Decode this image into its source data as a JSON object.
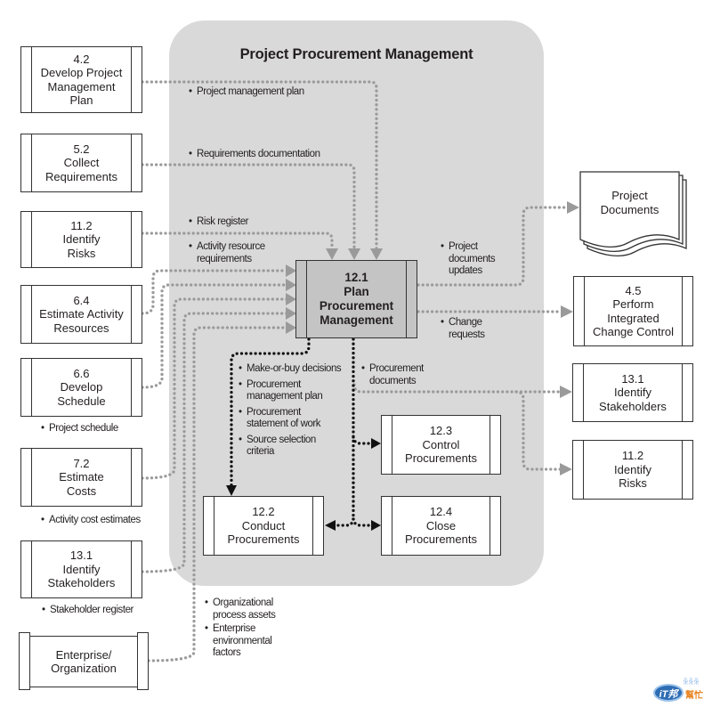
{
  "title": "Project Procurement Management",
  "colors": {
    "region": "#d9d9d9",
    "central": "#c4c4c4",
    "connector_gray": "#9a9a9a",
    "connector_black": "#111111"
  },
  "central_process": {
    "label": "12.1\nPlan\nProcurement\nManagement"
  },
  "input_processes": [
    {
      "label": "4.2\nDevelop Project\nManagement\nPlan"
    },
    {
      "label": "5.2\nCollect\nRequirements"
    },
    {
      "label": "11.2\nIdentify\nRisks"
    },
    {
      "label": "6.4\nEstimate Activity\nResources"
    },
    {
      "label": "6.6\nDevelop\nSchedule",
      "output": "Project schedule"
    },
    {
      "label": "7.2\nEstimate\nCosts",
      "output": "Activity cost estimates"
    },
    {
      "label": "13.1\nIdentify\nStakeholders",
      "output": "Stakeholder register"
    },
    {
      "label": "Enterprise/\nOrganization"
    }
  ],
  "inputs": [
    "Project management plan",
    "Requirements documentation",
    "Risk register",
    "Activity resource\nrequirements"
  ],
  "enterprise_inputs": [
    "Organizational\nprocess assets",
    "Enterprise\nenvironmental\nfactors"
  ],
  "outputs": {
    "project_documents_updates": "Project\ndocuments\nupdates",
    "change_requests": "Change\nrequests",
    "procurement_documents": "Procurement\ndocuments",
    "to_conduct": [
      "Make-or-buy decisions",
      "Procurement\nmanagement plan",
      "Procurement\nstatement of work",
      "Source selection\ncriteria"
    ]
  },
  "output_targets": [
    {
      "label": "Project\nDocuments"
    },
    {
      "label": "4.5\nPerform\nIntegrated\nChange Control"
    },
    {
      "label": "13.1\nIdentify\nStakeholders"
    },
    {
      "label": "11.2\nIdentify\nRisks"
    }
  ],
  "related_processes": [
    {
      "label": "12.2\nConduct\nProcurements"
    },
    {
      "label": "12.3\nControl\nProcurements"
    },
    {
      "label": "12.4\nClose\nProcurements"
    }
  ],
  "watermark": {
    "left": "iT邦",
    "right": "幫忙",
    "people": "ꆜꆜꆜ"
  }
}
